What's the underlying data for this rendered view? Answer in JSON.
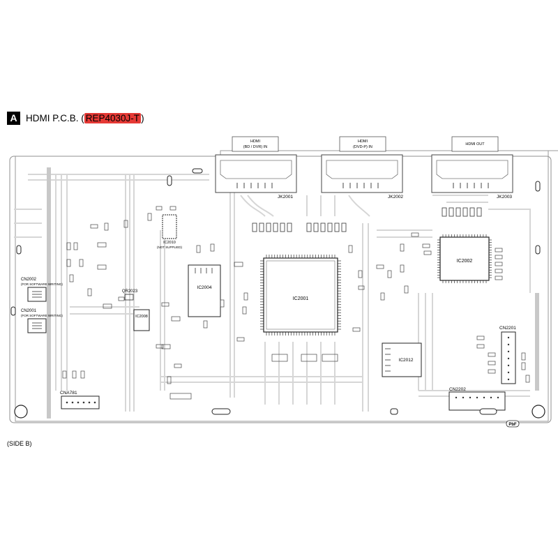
{
  "header": {
    "section_letter": "A",
    "title_prefix": "HDMI P.C.B. (",
    "part_number": "REP4030J-T",
    "title_suffix": ")"
  },
  "side_label": "(SIDE B)",
  "connector_labels": [
    {
      "line1": "HDMI",
      "line2": "(BD / DVR) IN"
    },
    {
      "line1": "HDMI",
      "line2": "(DVD-P) IN"
    },
    {
      "line1": "HDMI OUT",
      "line2": ""
    }
  ],
  "jacks": [
    "JK2001",
    "JK2002",
    "JK2003"
  ],
  "ics": {
    "ic2001": "IC2001",
    "ic2002": "IC2002",
    "ic2004": "IC2004",
    "ic2008": "IC2008",
    "ic2010": "IC2010",
    "ic2010_note": "(NOT SUPPLIED)",
    "ic2012": "IC2012",
    "qr2023": "QR2023"
  },
  "connectors": {
    "cn2002": "CN2002",
    "cn2002_note": "(FOR SOFTWARE WRITING)",
    "cn2001": "CN2001",
    "cn2001_note": "(FOR SOFTWARE WRITING)",
    "cna781": "CNA781",
    "cn2201": "CN2201",
    "cn2202": "CN2202"
  },
  "badge": "PbF",
  "colors": {
    "part_highlight": "#e53935",
    "trace": "#d4d4d4",
    "outline": "#9a9a9a"
  }
}
